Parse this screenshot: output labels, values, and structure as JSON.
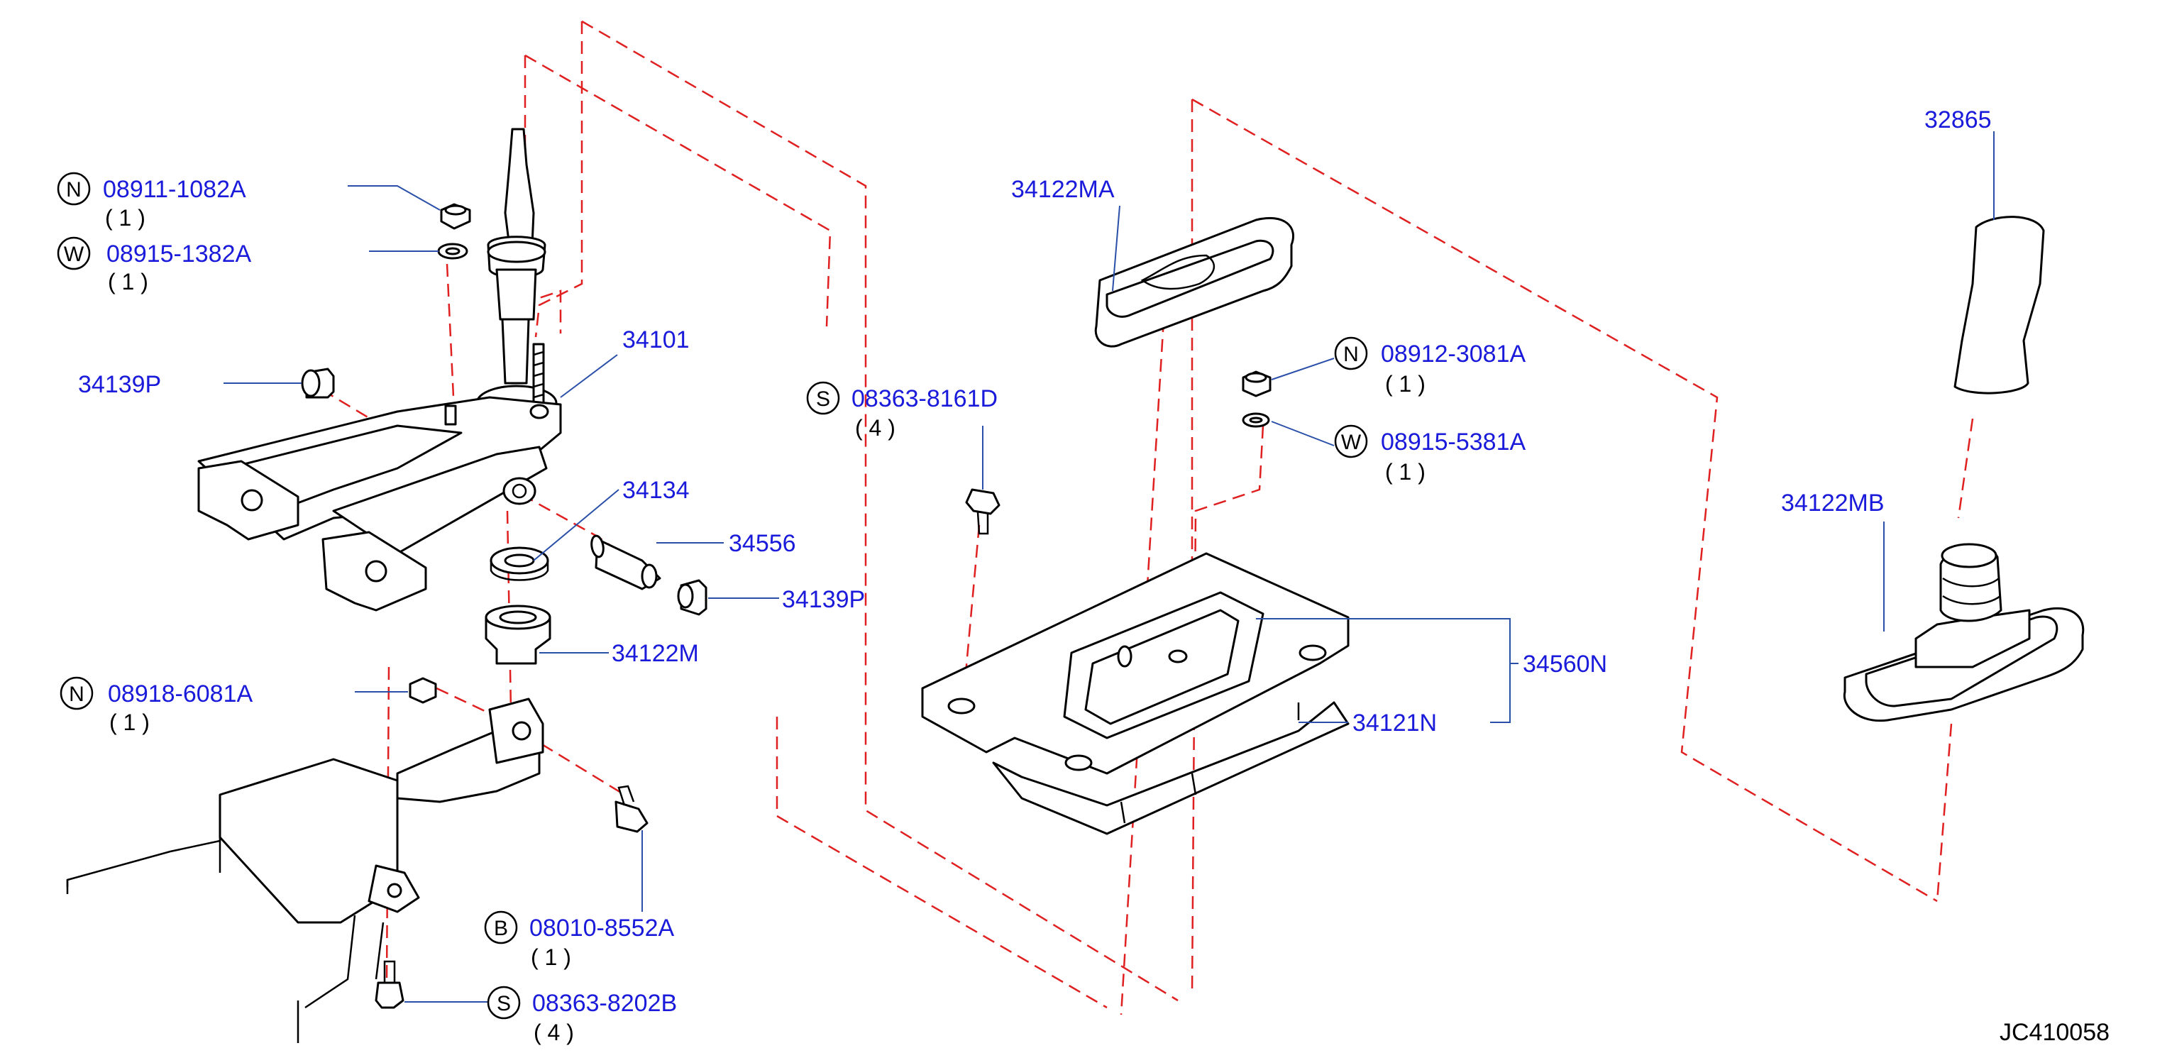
{
  "colors": {
    "label": "#1a1adb",
    "leader": "#2a4fa8",
    "phantom": "#e02020",
    "ink": "#000000"
  },
  "diagram_code": "JC410058",
  "callouts": [
    {
      "id": "n-08911",
      "prefix": "N",
      "part_no": "08911-1082A",
      "qty": "( 1 )"
    },
    {
      "id": "w-08915-1382",
      "prefix": "W",
      "part_no": "08915-1382A",
      "qty": "( 1 )"
    },
    {
      "id": "p-34139p-left",
      "part_no": "34139P"
    },
    {
      "id": "p-34101",
      "part_no": "34101"
    },
    {
      "id": "p-34134",
      "part_no": "34134"
    },
    {
      "id": "p-34556",
      "part_no": "34556"
    },
    {
      "id": "p-34139p-right",
      "part_no": "34139P"
    },
    {
      "id": "p-34122m",
      "part_no": "34122M"
    },
    {
      "id": "n-08918",
      "prefix": "N",
      "part_no": "08918-6081A",
      "qty": "( 1 )"
    },
    {
      "id": "b-08010",
      "prefix": "B",
      "part_no": "08010-8552A",
      "qty": "( 1 )"
    },
    {
      "id": "s-08363-8202",
      "prefix": "S",
      "part_no": "08363-8202B",
      "qty": "( 4 )"
    },
    {
      "id": "s-08363-8161",
      "prefix": "S",
      "part_no": "08363-8161D",
      "qty": "( 4 )"
    },
    {
      "id": "p-34122ma",
      "part_no": "34122MA"
    },
    {
      "id": "n-08912",
      "prefix": "N",
      "part_no": "08912-3081A",
      "qty": "( 1 )"
    },
    {
      "id": "w-08915-5381",
      "prefix": "W",
      "part_no": "08915-5381A",
      "qty": "( 1 )"
    },
    {
      "id": "p-34560n",
      "part_no": "34560N"
    },
    {
      "id": "p-34121n",
      "part_no": "34121N"
    },
    {
      "id": "p-32865",
      "part_no": "32865"
    },
    {
      "id": "p-34122mb",
      "part_no": "34122MB"
    }
  ]
}
